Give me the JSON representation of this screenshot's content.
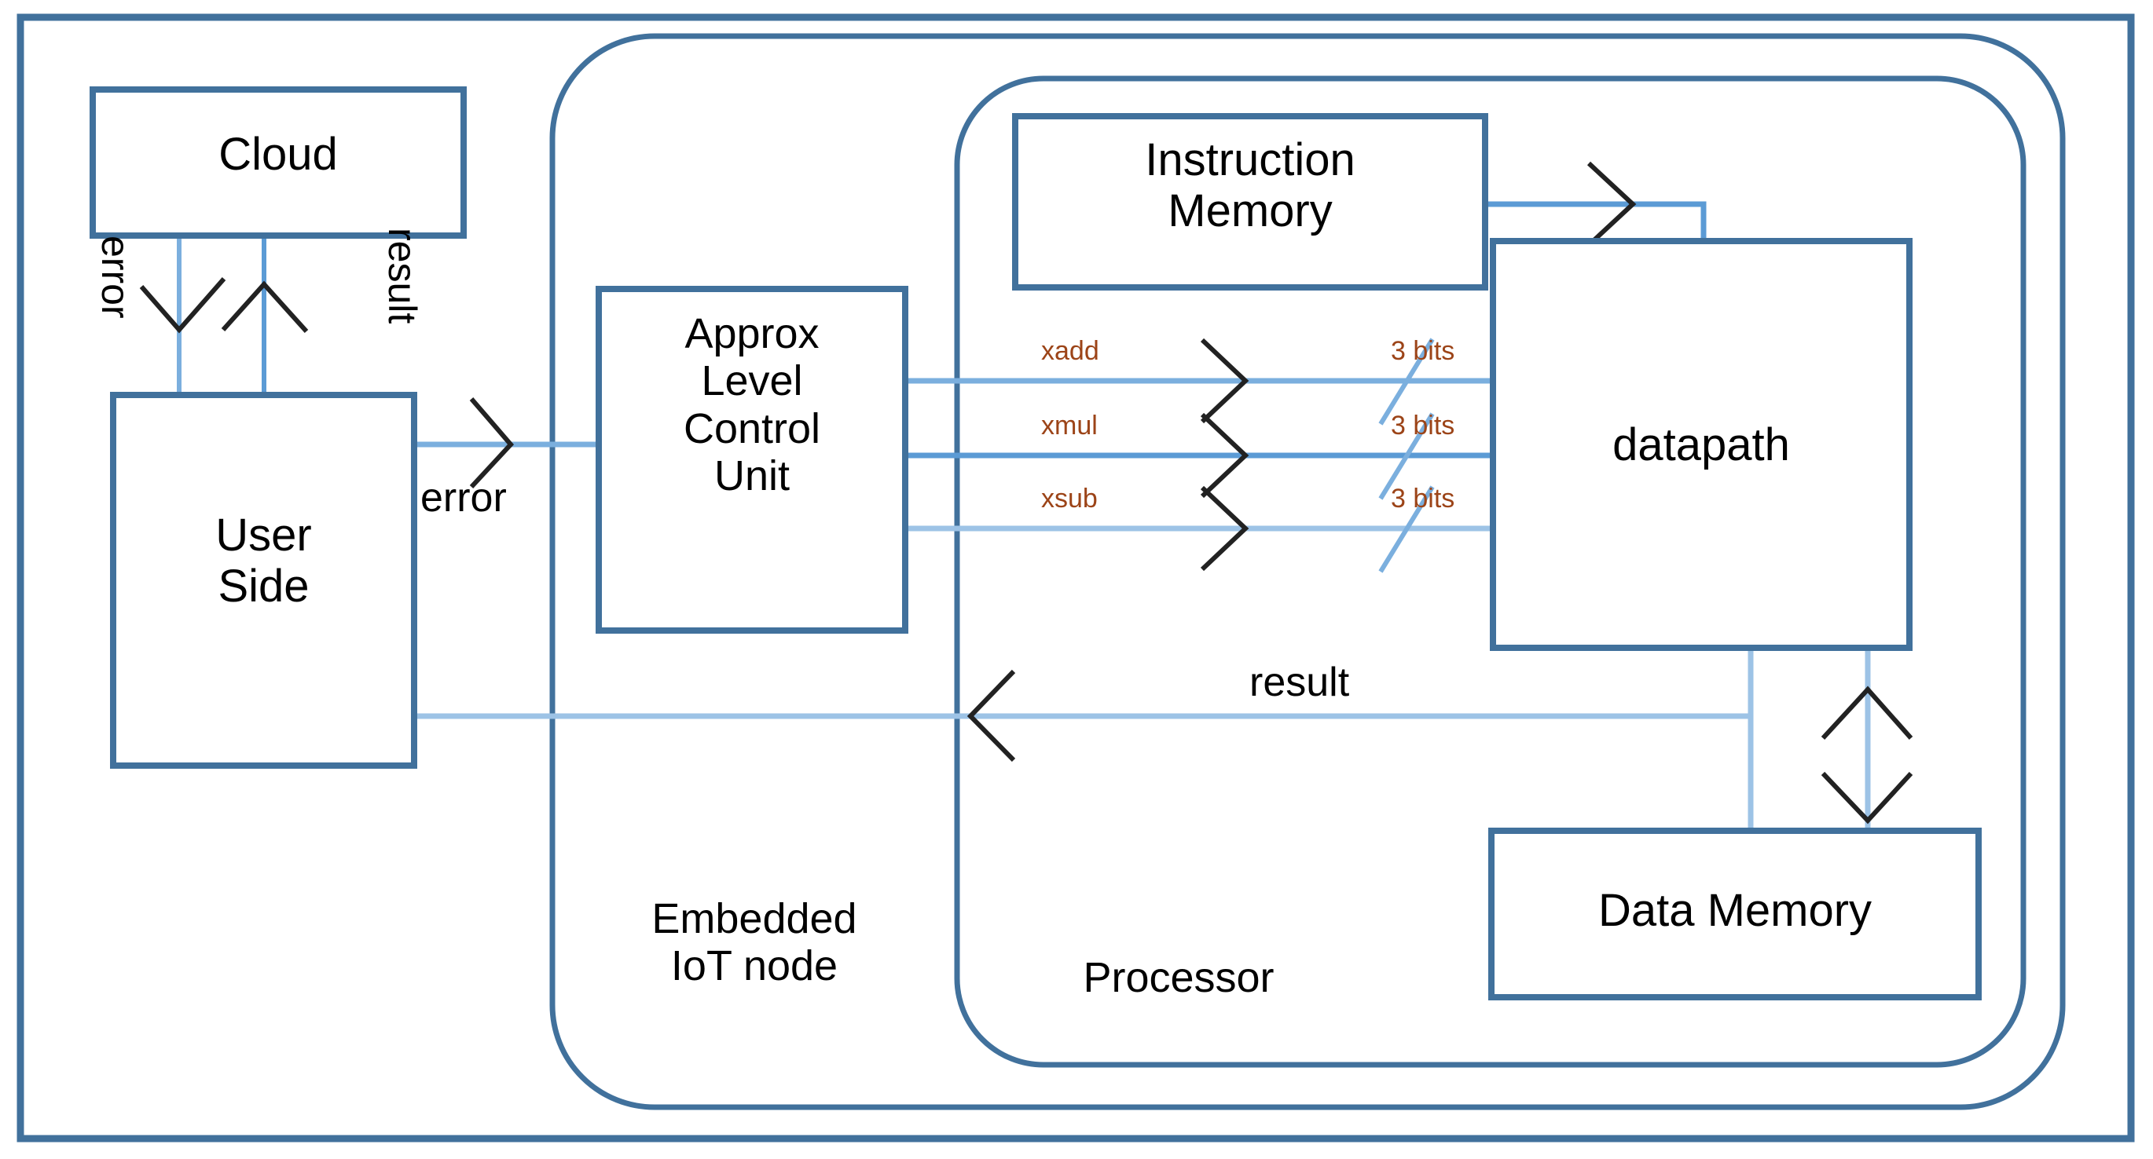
{
  "diagram": {
    "title": "Approximate Computing Embedded IoT Node Architecture",
    "colors": {
      "box_border": "#41719C",
      "wire": "#5B9BD5",
      "wire_light": "#9DC3E6",
      "signal_text": "#9C4418",
      "text": "#000000",
      "background": "#FFFFFF"
    },
    "frame": {
      "label": "outer-frame"
    },
    "groups": [
      {
        "id": "iot",
        "label": "Embedded\nIoT node"
      },
      {
        "id": "processor",
        "label": "Processor"
      }
    ],
    "boxes": [
      {
        "id": "cloud",
        "label": "Cloud"
      },
      {
        "id": "user_side",
        "label": "User\nSide"
      },
      {
        "id": "alcu",
        "label": "Approx\nLevel\nControl\nUnit"
      },
      {
        "id": "instruction_memory",
        "label": "Instruction\nMemory"
      },
      {
        "id": "datapath",
        "label": "datapath"
      },
      {
        "id": "data_memory",
        "label": "Data Memory"
      }
    ],
    "wire_labels": [
      {
        "id": "cloud_error",
        "label": "error",
        "orientation": "vertical"
      },
      {
        "id": "cloud_result",
        "label": "result",
        "orientation": "vertical"
      },
      {
        "id": "user_error",
        "label": "error",
        "orientation": "horizontal"
      },
      {
        "id": "result_back",
        "label": "result",
        "orientation": "horizontal"
      }
    ],
    "control_signals": [
      {
        "name": "xadd",
        "width": "3 bits"
      },
      {
        "name": "xmul",
        "width": "3 bits"
      },
      {
        "name": "xsub",
        "width": "3 bits"
      }
    ]
  }
}
